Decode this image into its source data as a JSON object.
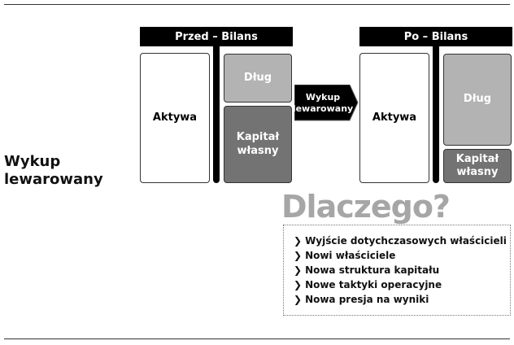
{
  "side_title": "Wykup lewarowany",
  "before": {
    "header": "Przed – Bilans",
    "assets": "Aktywa",
    "debt": "Dług",
    "equity": "Kapitał własny"
  },
  "after": {
    "header": "Po – Bilans",
    "assets": "Aktywa",
    "debt": "Dług",
    "equity": "Kapitał własny"
  },
  "arrow_label": "Wykup lewarowany",
  "why": {
    "title": "Dlaczego?",
    "items": [
      "Wyjście dotychczasowych właścicieli",
      "Nowi właściciele",
      "Nowa struktura kapitału",
      "Nowe taktyki operacyjne",
      "Nowa presja na wyniki"
    ]
  },
  "colors": {
    "debt": "#b3b3b3",
    "equity": "#737373",
    "header": "#000000",
    "title": "#a6a6a6"
  }
}
